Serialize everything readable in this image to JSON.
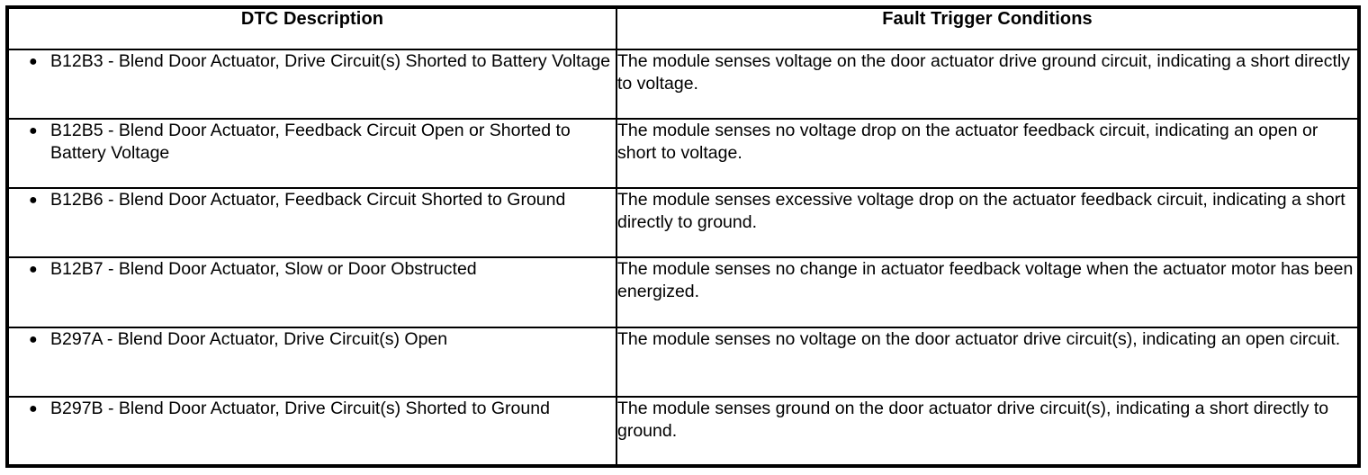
{
  "table": {
    "columns": [
      {
        "key": "dtc_description",
        "header": "DTC Description"
      },
      {
        "key": "fault_trigger_conditions",
        "header": "Fault Trigger Conditions"
      }
    ],
    "bullet_glyph": "●",
    "rows": [
      {
        "code": "B12B3",
        "dtc_description": "B12B3 - Blend Door Actuator, Drive Circuit(s) Shorted to Battery Voltage",
        "fault_trigger_conditions": "The module senses voltage on the door actuator drive ground circuit, indicating a short directly to voltage."
      },
      {
        "code": "B12B5",
        "dtc_description": "B12B5 - Blend Door Actuator, Feedback Circuit Open or Shorted to Battery Voltage",
        "fault_trigger_conditions": "The module senses no voltage drop on the actuator feedback circuit, indicating an open or short to voltage."
      },
      {
        "code": "B12B6",
        "dtc_description": "B12B6 - Blend Door Actuator, Feedback Circuit Shorted to Ground",
        "fault_trigger_conditions": "The module senses excessive voltage drop on the actuator feedback circuit, indicating a short directly to ground."
      },
      {
        "code": "B12B7",
        "dtc_description": "B12B7 - Blend Door Actuator, Slow or Door Obstructed",
        "fault_trigger_conditions": "The module senses no change in actuator feedback voltage when the actuator motor has been energized."
      },
      {
        "code": "B297A",
        "dtc_description": "B297A - Blend Door Actuator, Drive Circuit(s) Open",
        "fault_trigger_conditions": "The module senses no voltage on the door actuator drive circuit(s), indicating an open circuit."
      },
      {
        "code": "B297B",
        "dtc_description": "B297B - Blend Door Actuator, Drive Circuit(s) Shorted to Ground",
        "fault_trigger_conditions": "The module senses ground on the door actuator drive circuit(s), indicating a short directly to ground."
      }
    ]
  },
  "colors": {
    "border": "#000000",
    "text": "#000000",
    "background": "#ffffff"
  }
}
